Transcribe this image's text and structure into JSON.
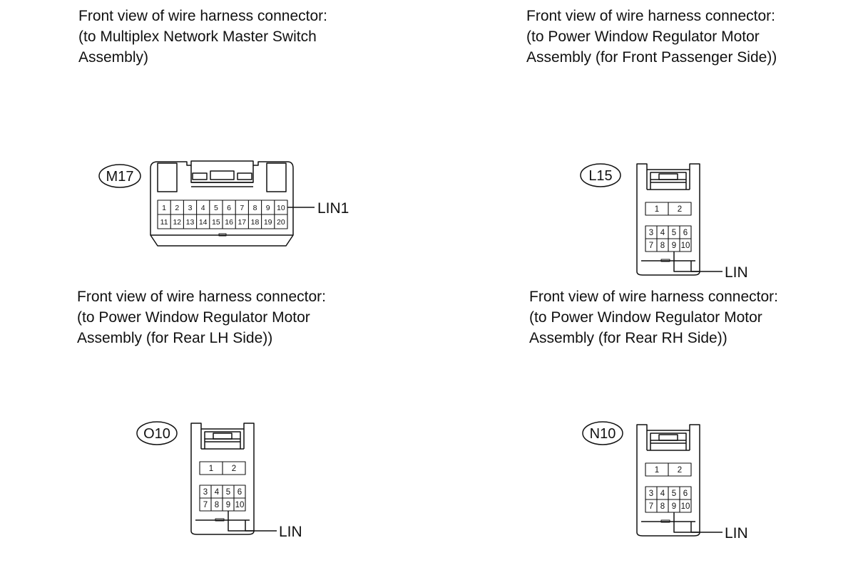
{
  "panels": [
    {
      "caption": [
        "Front view of wire harness connector:",
        "(to Multiplex Network Master Switch",
        "Assembly)"
      ],
      "connector_id": "M17",
      "wire_label": "LIN1",
      "pins_row1": [
        "1",
        "2",
        "3",
        "4",
        "5",
        "6",
        "7",
        "8",
        "9",
        "10"
      ],
      "pins_row2": [
        "11",
        "12",
        "13",
        "14",
        "15",
        "16",
        "17",
        "18",
        "19",
        "20"
      ]
    },
    {
      "caption": [
        "Front view of wire harness connector:",
        "(to Power Window Regulator Motor",
        "Assembly (for Front Passenger Side))"
      ],
      "connector_id": "L15",
      "wire_label": "LIN",
      "pins_top": [
        "1",
        "2"
      ],
      "pins_row1": [
        "3",
        "4",
        "5",
        "6"
      ],
      "pins_row2": [
        "7",
        "8",
        "9",
        "10"
      ]
    },
    {
      "caption": [
        "Front view of wire harness connector:",
        "(to Power Window Regulator Motor",
        "Assembly (for Rear LH Side))"
      ],
      "connector_id": "O10",
      "wire_label": "LIN",
      "pins_top": [
        "1",
        "2"
      ],
      "pins_row1": [
        "3",
        "4",
        "5",
        "6"
      ],
      "pins_row2": [
        "7",
        "8",
        "9",
        "10"
      ]
    },
    {
      "caption": [
        "Front view of wire harness connector:",
        "(to Power Window Regulator Motor",
        "Assembly (for Rear RH Side))"
      ],
      "connector_id": "N10",
      "wire_label": "LIN",
      "pins_top": [
        "1",
        "2"
      ],
      "pins_row1": [
        "3",
        "4",
        "5",
        "6"
      ],
      "pins_row2": [
        "7",
        "8",
        "9",
        "10"
      ]
    }
  ]
}
